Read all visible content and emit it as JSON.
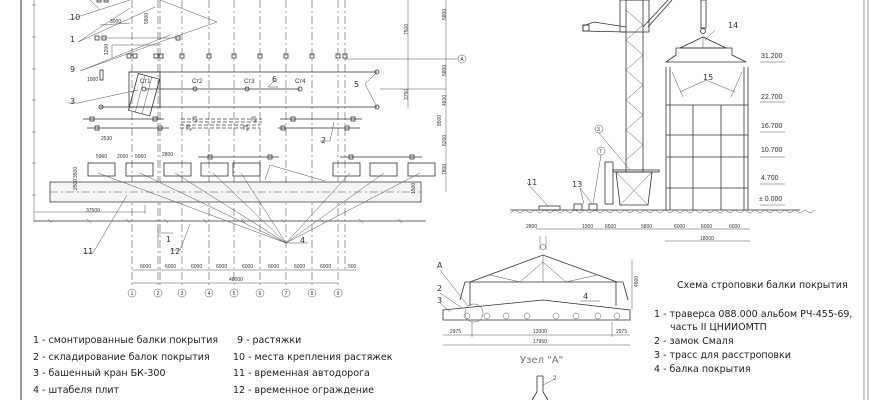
{
  "plan": {
    "labels": {
      "l10": "10",
      "l1": "1",
      "l9": "9",
      "l3": "3",
      "l5": "5",
      "l6": "6",
      "l2": "2",
      "l11": "11",
      "l12": "12",
      "l4": "4",
      "section": "1"
    },
    "stations": [
      "Ст1",
      "Ст2",
      "Ст3",
      "Ст4"
    ],
    "axes": [
      "1",
      "2",
      "3",
      "4",
      "5",
      "6",
      "7",
      "8",
      "9"
    ],
    "axis_letter": "А",
    "bay_dims": [
      "6000",
      "6000",
      "6000",
      "6000",
      "6000",
      "6000",
      "6000",
      "6000",
      "500"
    ],
    "total_dim": "48000",
    "other_dims": {
      "d37500": "37500",
      "d5960a": "5960",
      "d2000": "2000",
      "d5960b": "5960",
      "d2800": "2800",
      "d2530": "2530",
      "d3000": "3000",
      "d5900": "5900",
      "d1000": "1000",
      "d3500": "3500",
      "d1500": "1500",
      "d7500": "7500",
      "d3750": "3750",
      "d5800a": "5800",
      "d5800b": "5800",
      "d4600": "4600",
      "d8500": "8500",
      "d6200": "6200",
      "d7800": "7800",
      "d1200": "1200",
      "d2500": "2500"
    }
  },
  "elevation": {
    "labels": {
      "l14": "14",
      "l15": "15",
      "l11": "11",
      "l13": "13",
      "l3": "3",
      "l7": "7"
    },
    "levels": [
      "31.200",
      "22.700",
      "16.700",
      "10.700",
      "4.700",
      "± 0.000"
    ],
    "dims": [
      "2800",
      "1500",
      "6500",
      "5800",
      "6000",
      "6000",
      "6000"
    ],
    "total_dim": "18000"
  },
  "slinging": {
    "labels": {
      "A": "А",
      "l2": "2",
      "l3": "3",
      "l4": "4",
      "detail_2": "2"
    },
    "dims": {
      "left": "2975",
      "mid": "12000",
      "right": "2975",
      "total": "17950",
      "height": "4500"
    },
    "node_title": "Узел \"А\"",
    "title": "Схема строповки балки покрытия",
    "legend": [
      "1 - траверса 088.000 альбом  РЧ-455-69,",
      "часть II ЦНИИОМТП",
      "2 - замок Смаля",
      "3 - трасс для расстроповки",
      "4 - балка покрытия"
    ]
  },
  "legend_left": [
    "1 -  смонтированные балки покрытия",
    "2 - складирование балок покрытия",
    "3 - башенный кран БК-300",
    "4 - штабеля плит"
  ],
  "legend_right": [
    "9 - растяжки",
    "10 - места крепления растяжек",
    "11 - временная автодорога",
    "12 - временное ограждение"
  ]
}
